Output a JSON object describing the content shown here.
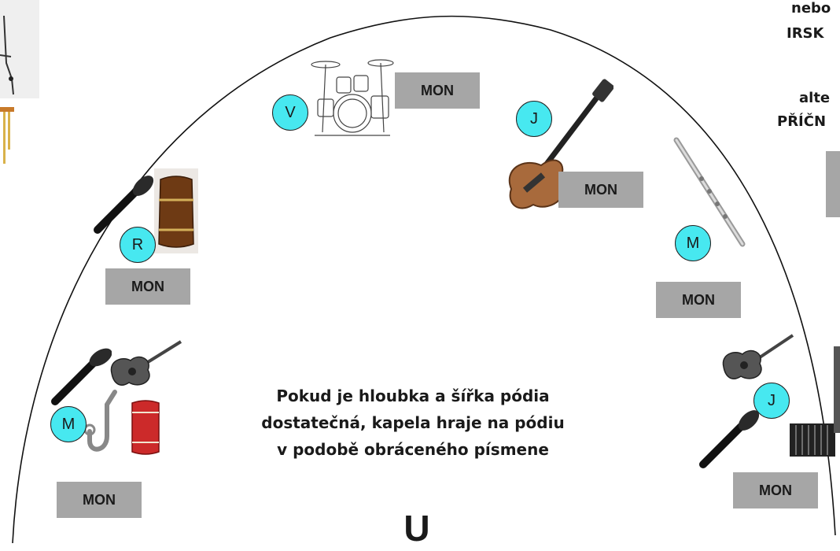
{
  "side_text": {
    "line1": "nebo",
    "line2": "IRSK",
    "line3": "alte",
    "line4": "PŘÍČN"
  },
  "players": {
    "v": "V",
    "j_bass": "J",
    "r": "R",
    "m_flute": "M",
    "m_sax": "M",
    "j_accordion": "J"
  },
  "monitors": {
    "drums": "MON",
    "bass": "MON",
    "conga": "MON",
    "flute": "MON",
    "left_bottom": "MON",
    "right_bottom": "MON"
  },
  "note": {
    "line1": "Pokud je hloubka a šířka pódia",
    "line2": "dostatečná, kapela hraje na pódiu",
    "line3": "v podobě obráceného písmene"
  },
  "letter": "U",
  "colors": {
    "player_circle": "#47e8f0",
    "monitor": "#a6a6a6"
  }
}
